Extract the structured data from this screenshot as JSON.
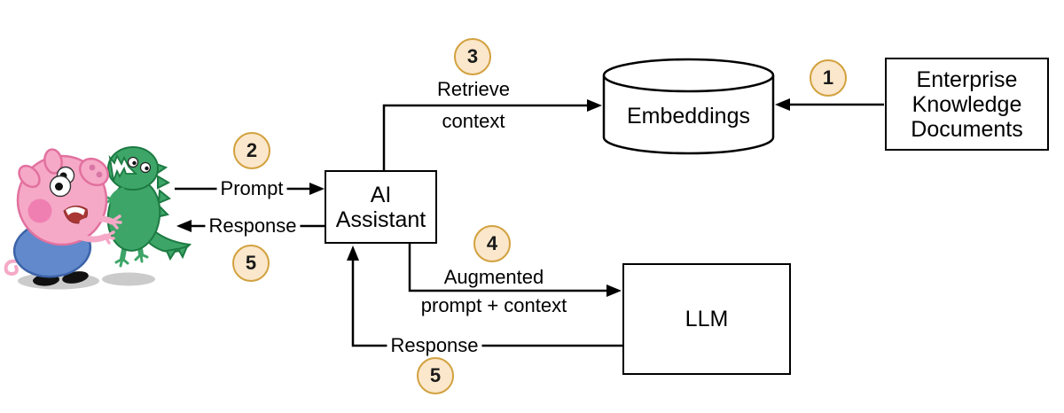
{
  "illustration": {
    "name": "pig-character-with-toy-dinosaur",
    "colors": {
      "pig_pink": "#F5A9C7",
      "shirt_blue": "#6189CB",
      "dinosaur_green": "#3DA567"
    }
  },
  "nodes": {
    "ai_assistant": {
      "lines": [
        "AI",
        "Assistant"
      ]
    },
    "embeddings": {
      "label": "Embeddings"
    },
    "enterprise_docs": {
      "lines": [
        "Enterprise",
        "Knowledge",
        "Documents"
      ]
    },
    "llm": {
      "label": "LLM"
    }
  },
  "edges": {
    "ingest": {
      "step": "1"
    },
    "prompt": {
      "step": "2",
      "label": "Prompt"
    },
    "retrieve": {
      "step": "3",
      "lines": [
        "Retrieve",
        "context"
      ]
    },
    "augmented": {
      "step": "4",
      "lines": [
        "Augmented",
        "prompt + context"
      ]
    },
    "response_user": {
      "step": "5",
      "label": "Response"
    },
    "response_llm": {
      "step": "5",
      "label": "Response"
    }
  },
  "colors": {
    "step_fill": "#FBE7CB",
    "step_border": "#D2A13E",
    "line": "#000000",
    "background": "#FFFFFF"
  }
}
